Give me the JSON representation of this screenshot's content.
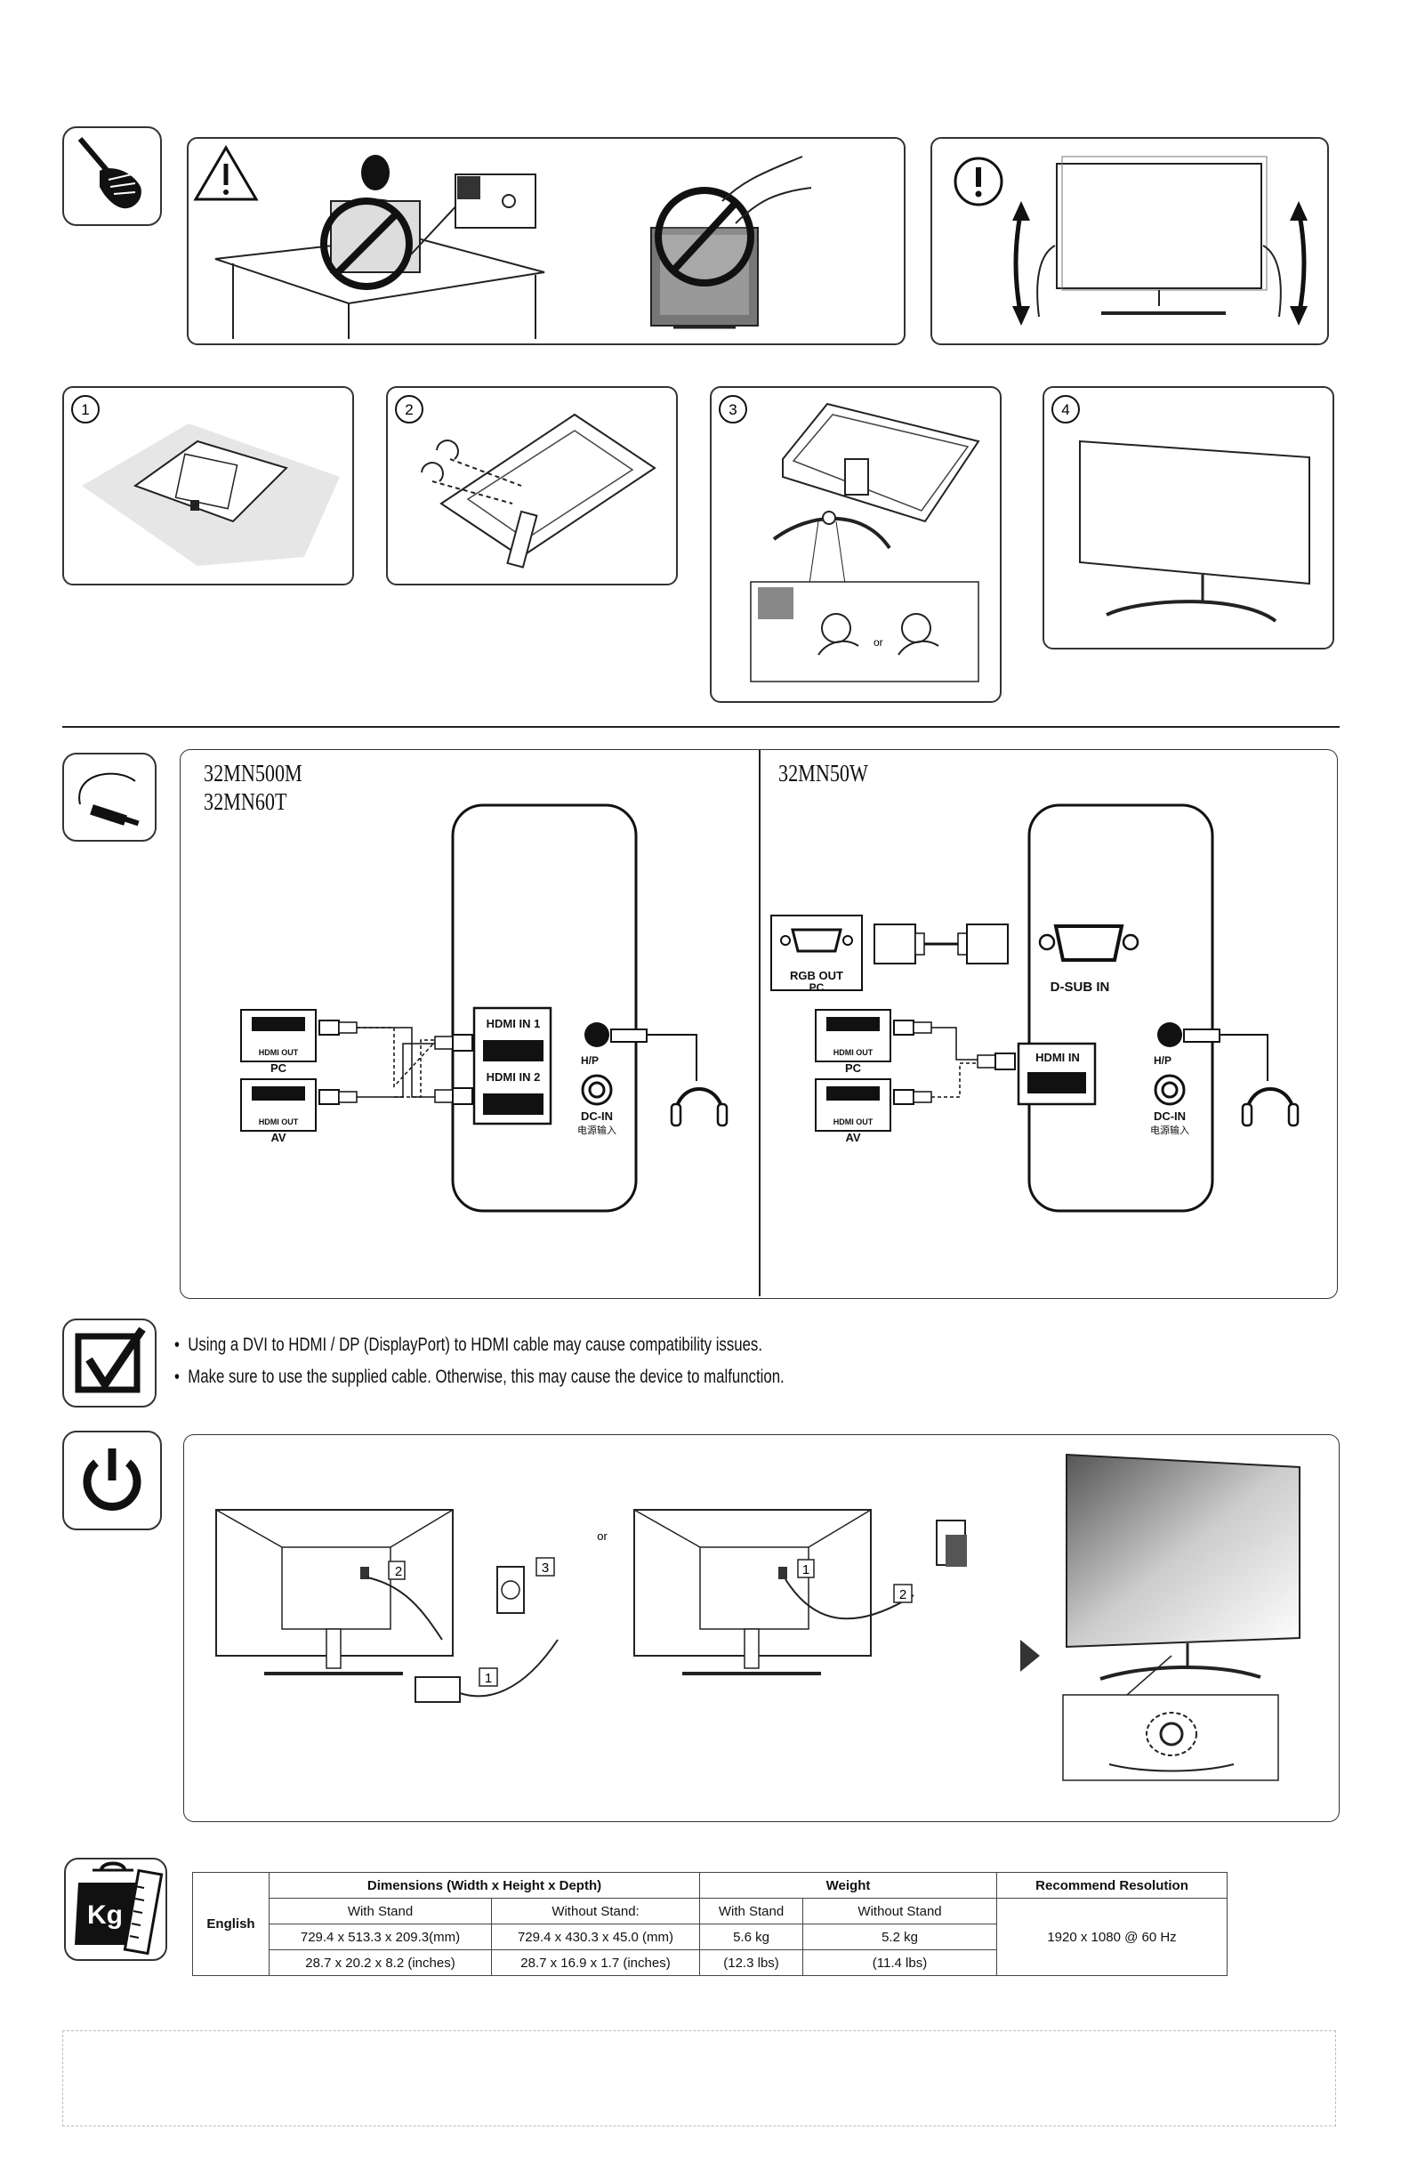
{
  "stand_section": {
    "steps": [
      "1",
      "2",
      "3",
      "4"
    ],
    "step3_or_label": "or"
  },
  "connection_section": {
    "left_panel": {
      "models": [
        "32MN500M",
        "32MN60T"
      ],
      "sources": [
        {
          "port": "HDMI OUT",
          "device": "PC"
        },
        {
          "port": "HDMI OUT",
          "device": "AV"
        }
      ],
      "ports": [
        "HDMI IN 1",
        "HDMI IN 2"
      ],
      "hp_label": "H/P",
      "dc_label": "DC-IN",
      "dc_label_cn": "电源输入"
    },
    "right_panel": {
      "models": [
        "32MN50W"
      ],
      "rgb_label": "RGB OUT",
      "rgb_device": "PC",
      "dsub_label": "D-SUB IN",
      "sources": [
        {
          "port": "HDMI OUT",
          "device": "PC"
        },
        {
          "port": "HDMI OUT",
          "device": "AV"
        }
      ],
      "hdmi_in_label": "HDMI IN",
      "hp_label": "H/P",
      "dc_label": "DC-IN",
      "dc_label_cn": "电源输入"
    }
  },
  "notes": [
    "Using a DVI to HDMI / DP (DisplayPort) to HDMI cable may cause compatibility issues.",
    "Make sure to use the supplied cable. Otherwise, this may cause the device to malfunction."
  ],
  "power_section": {
    "or_label": "or",
    "left_steps": [
      "2",
      "3",
      "1"
    ],
    "right_steps": [
      "1",
      "2"
    ]
  },
  "spec_table": {
    "language": "English",
    "headers": {
      "dimensions": "Dimensions (Width x Height x Depth)",
      "weight": "Weight",
      "resolution": "Recommend Resolution"
    },
    "subheaders": [
      "With Stand",
      "Without Stand:",
      "With Stand",
      "Without Stand"
    ],
    "row_mm": [
      "729.4 x 513.3 x 209.3(mm)",
      "729.4 x 430.3 x 45.0 (mm)",
      "5.6  kg",
      "5.2 kg"
    ],
    "row_in": [
      "28.7 x 20.2 x 8.2 (inches)",
      "28.7 x 16.9 x 1.7 (inches)",
      "(12.3  lbs)",
      "(11.4  lbs)"
    ],
    "resolution": "1920 x 1080 @ 60 Hz"
  },
  "weight_icon_text": "Kg"
}
